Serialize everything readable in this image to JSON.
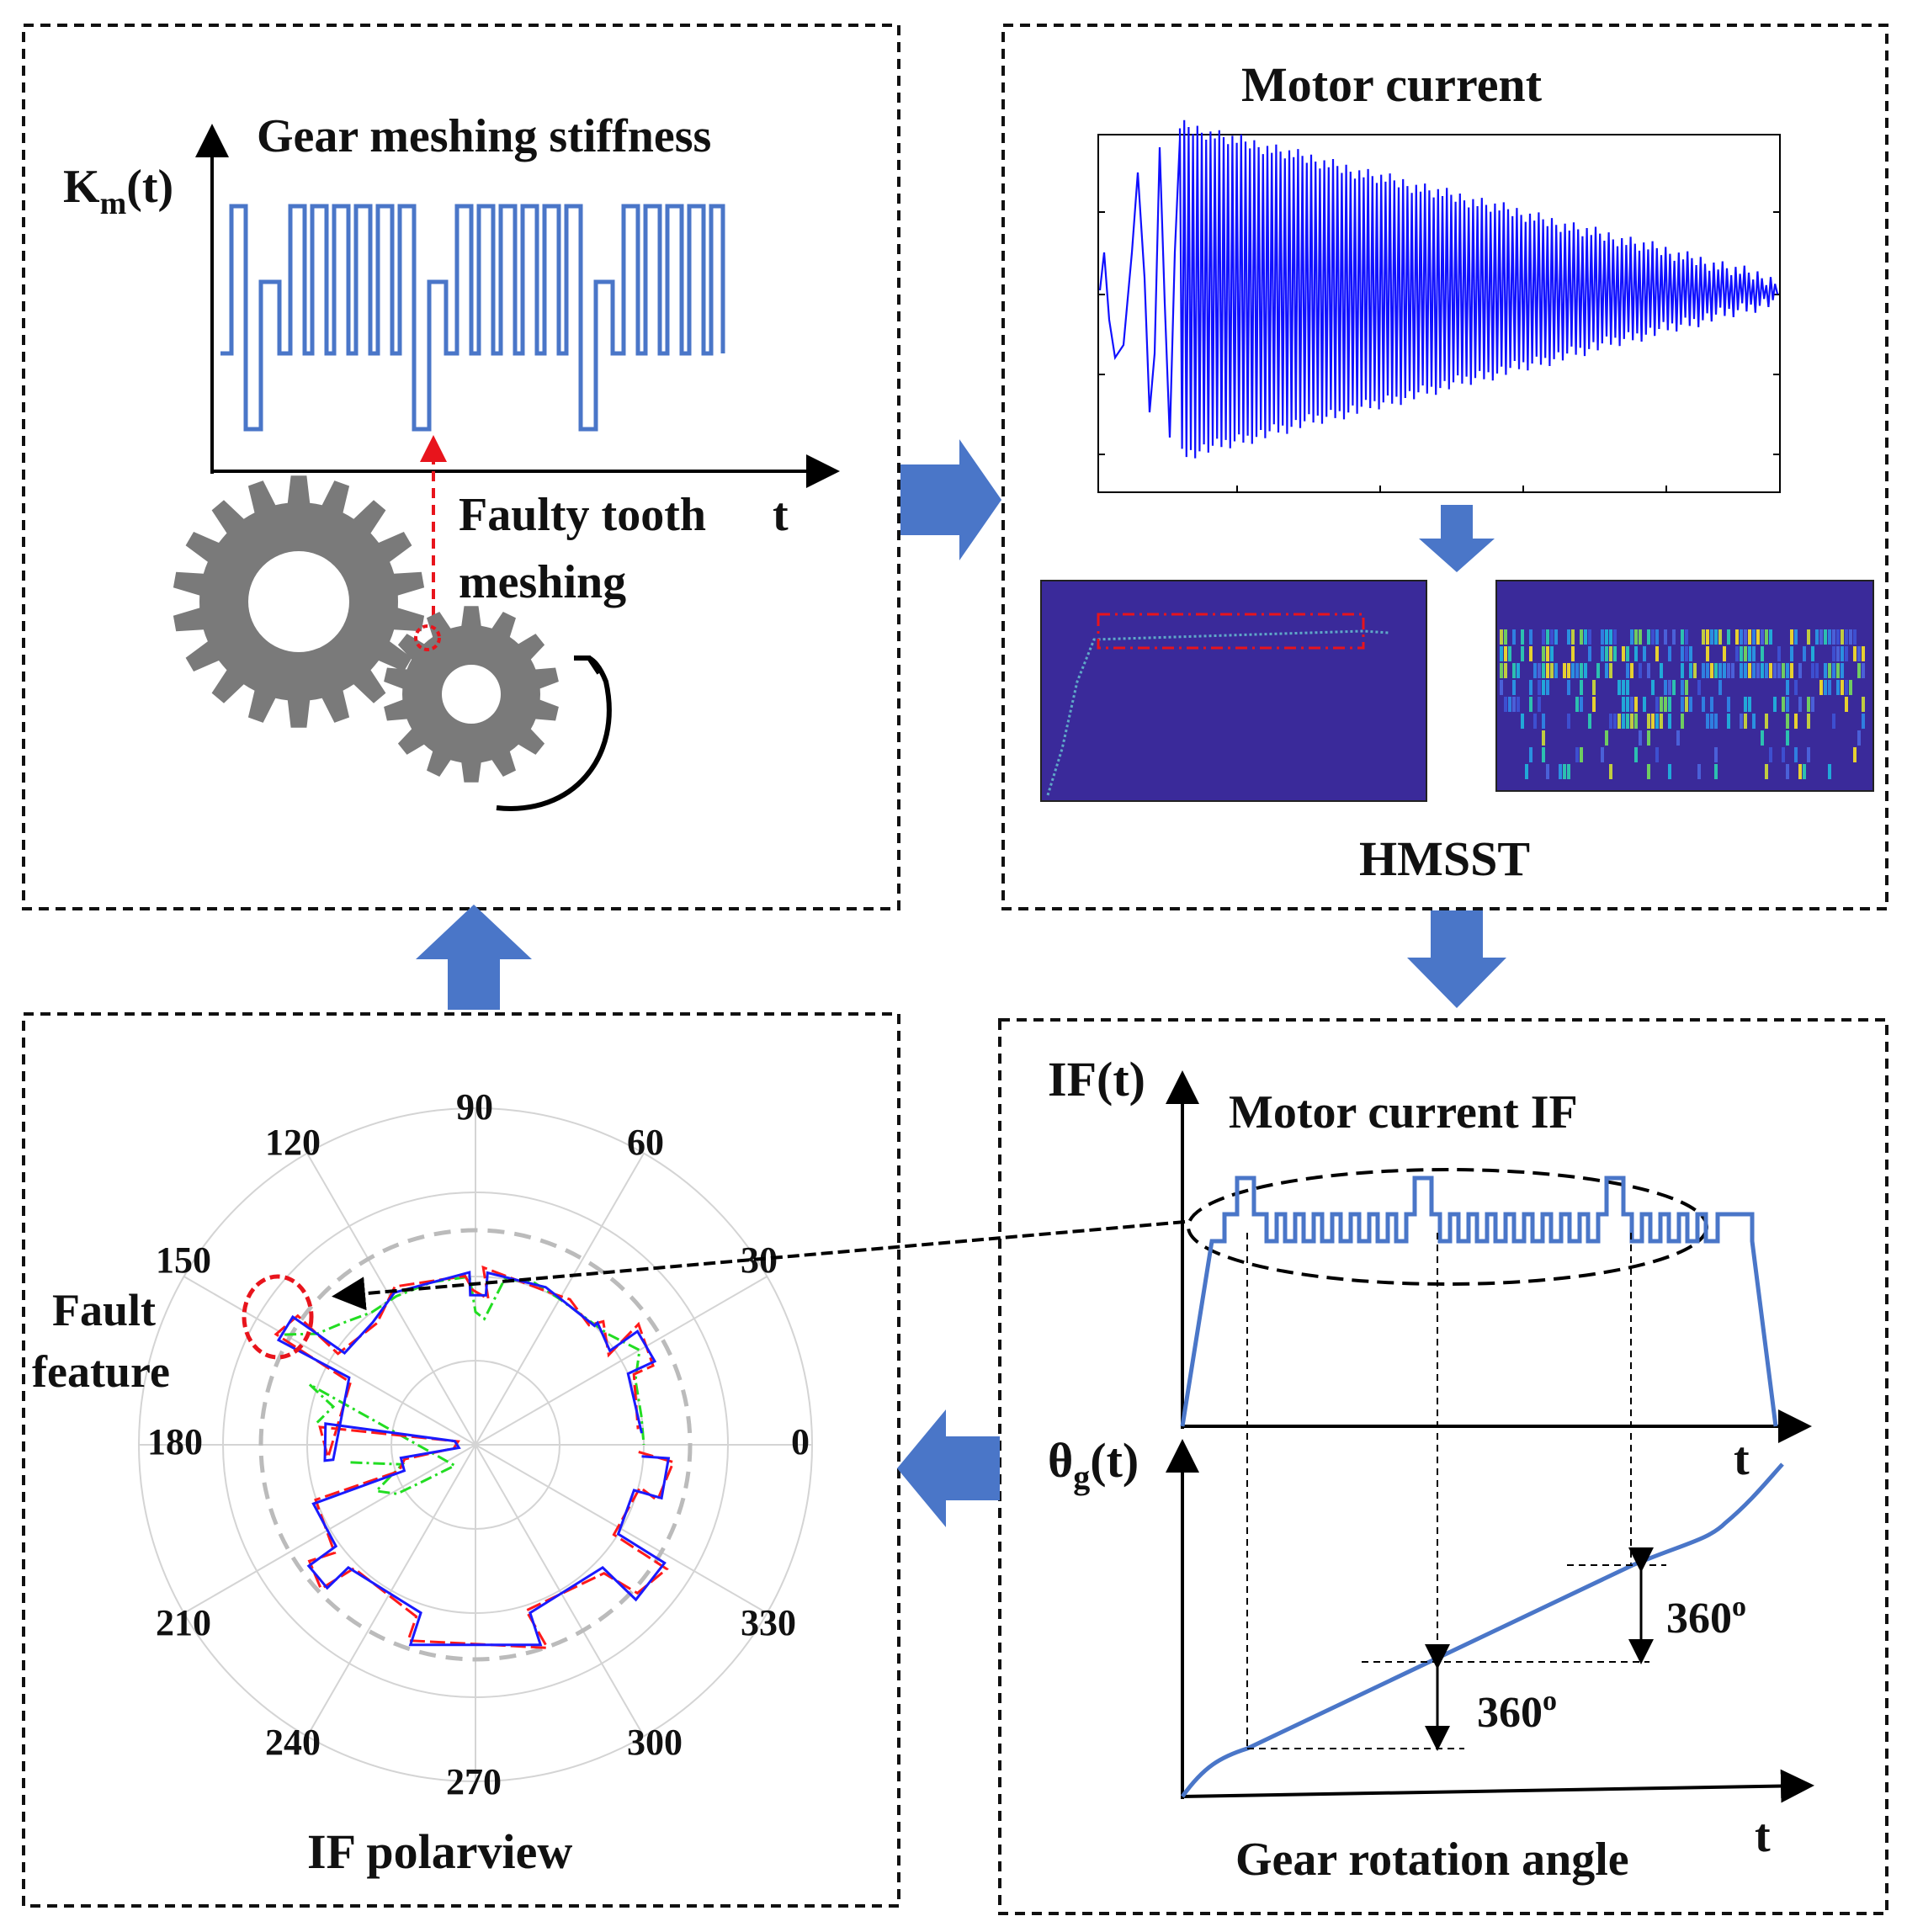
{
  "panels": {
    "stiffness": {
      "title": "Gear meshing stiffness",
      "y_label_main": "K",
      "y_label_sub": "m",
      "y_label_tail": "(t)",
      "x_label": "t",
      "fault_label_line1": "Faulty tooth",
      "fault_label_line2": "meshing"
    },
    "motor_current": {
      "title": "Motor current",
      "transform_label": "HMSST"
    },
    "if": {
      "y_label": "IF(t)",
      "title": "Motor current IF",
      "x_label": "t"
    },
    "angle": {
      "y_label_main": "θ",
      "y_label_sub": "g",
      "y_label_tail": "(t)",
      "x_label": "t",
      "title": "Gear rotation angle",
      "step_label_1": "360",
      "step_label_2": "360",
      "step_label_sup": "o"
    },
    "polar": {
      "title": "IF polarview",
      "fault_label_line1": "Fault",
      "fault_label_line2": "feature",
      "angle_labels": [
        "0",
        "30",
        "60",
        "90",
        "120",
        "150",
        "180",
        "210",
        "240",
        "270",
        "300",
        "330"
      ]
    }
  },
  "colors": {
    "flow_arrow": "#4a76c8",
    "step_signal": "#4a76c8",
    "gear": "#7a7a7a",
    "highlight": "#e8141c",
    "current_signal": "#1010ff",
    "spectrogram_bg": "#3a2a9a",
    "polar_blue": "#1a1aff",
    "polar_red": "#ff1a1a",
    "polar_green": "#22dd22"
  }
}
